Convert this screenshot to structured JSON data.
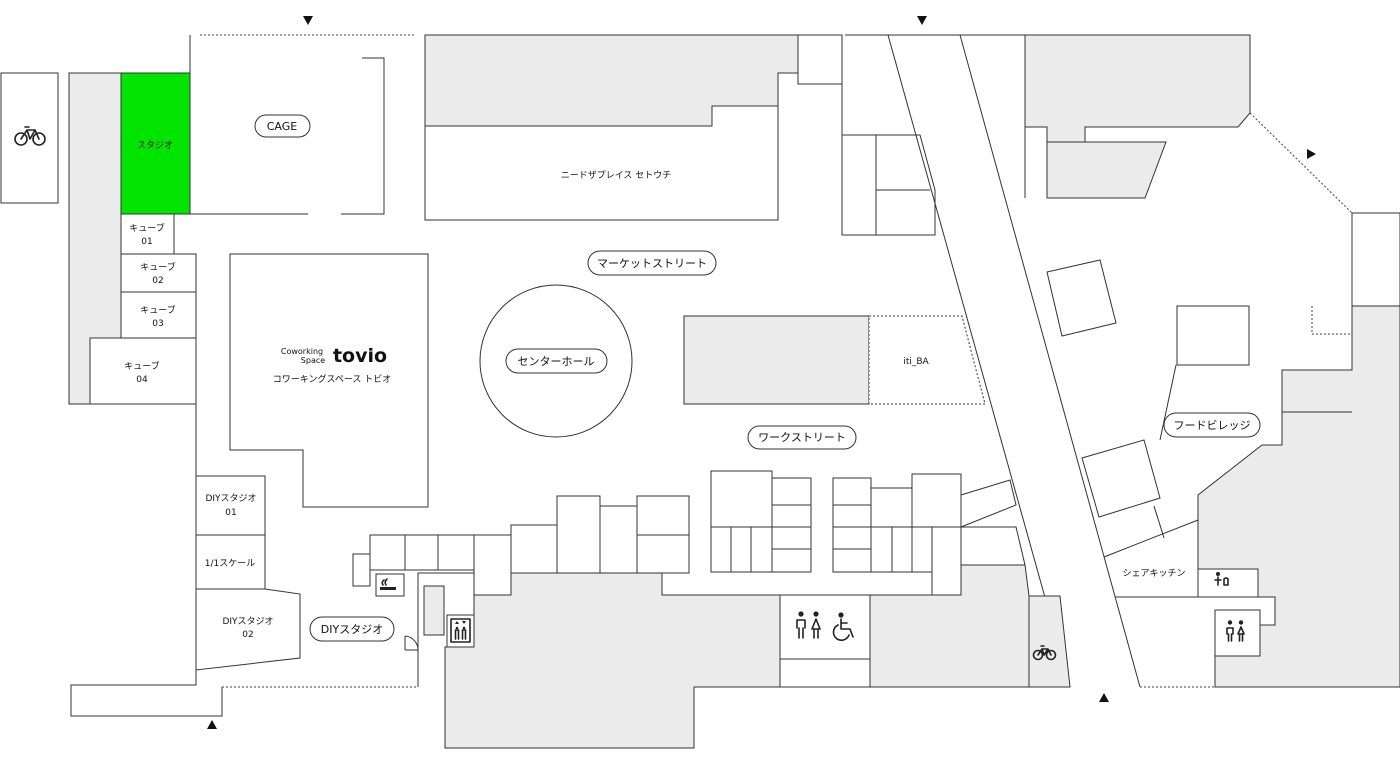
{
  "colors": {
    "highlight": "#00e400",
    "hatch": "#ebebeb",
    "wall": "#333333"
  },
  "rooms": {
    "studio": "スタジオ",
    "cube01": [
      "キューブ",
      "01"
    ],
    "cube02": [
      "キューブ",
      "02"
    ],
    "cube03": [
      "キューブ",
      "03"
    ],
    "cube04": [
      "キューブ",
      "04"
    ],
    "diy01": [
      "DIYスタジオ",
      "01"
    ],
    "one_scale": "1/1スケール",
    "diy02": [
      "DIYスタジオ",
      "02"
    ],
    "need_place": "ニードザプレイス セトウチ",
    "itibaa": "iti_BA",
    "share_kitchen": "シェアキッチン"
  },
  "tovio": {
    "small1": "Coworking",
    "small2": "Space",
    "brand": "tovio",
    "sub": "コワーキングスペース トビオ"
  },
  "area_labels": {
    "cage": "CAGE",
    "market_street": "マーケットストリート",
    "center_hall": "センターホール",
    "work_street": "ワークストリート",
    "food_village": "フードビレッジ",
    "diy_studio": "DIYスタジオ"
  },
  "icons": [
    "bicycle-icon",
    "smoking-area-icon",
    "elevator-icon",
    "restroom-icon",
    "wheelchair-icon",
    "nursing-room-icon"
  ]
}
